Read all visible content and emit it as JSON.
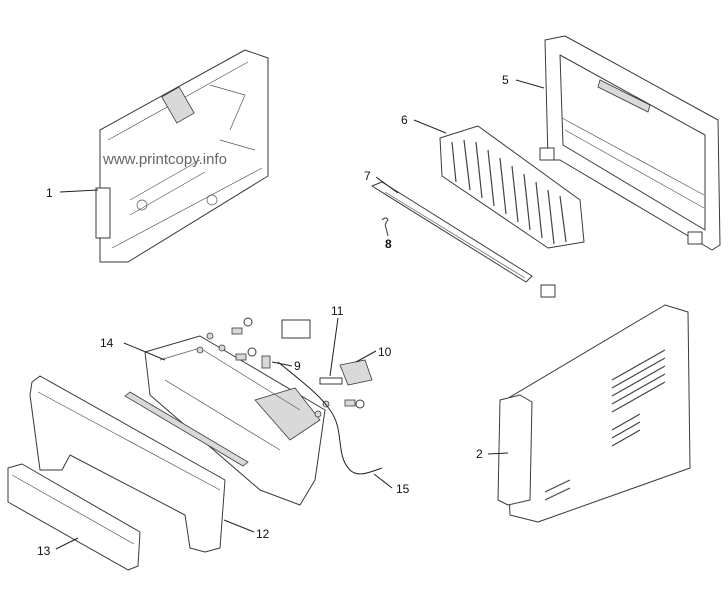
{
  "watermark": "www.printcopy.info",
  "callouts": {
    "c1": "1",
    "c2": "2",
    "c5": "5",
    "c6": "6",
    "c7": "7",
    "c8": "8",
    "c9": "9",
    "c10": "10",
    "c11": "11",
    "c12": "12",
    "c13": "13",
    "c14": "14",
    "c15": "15"
  }
}
